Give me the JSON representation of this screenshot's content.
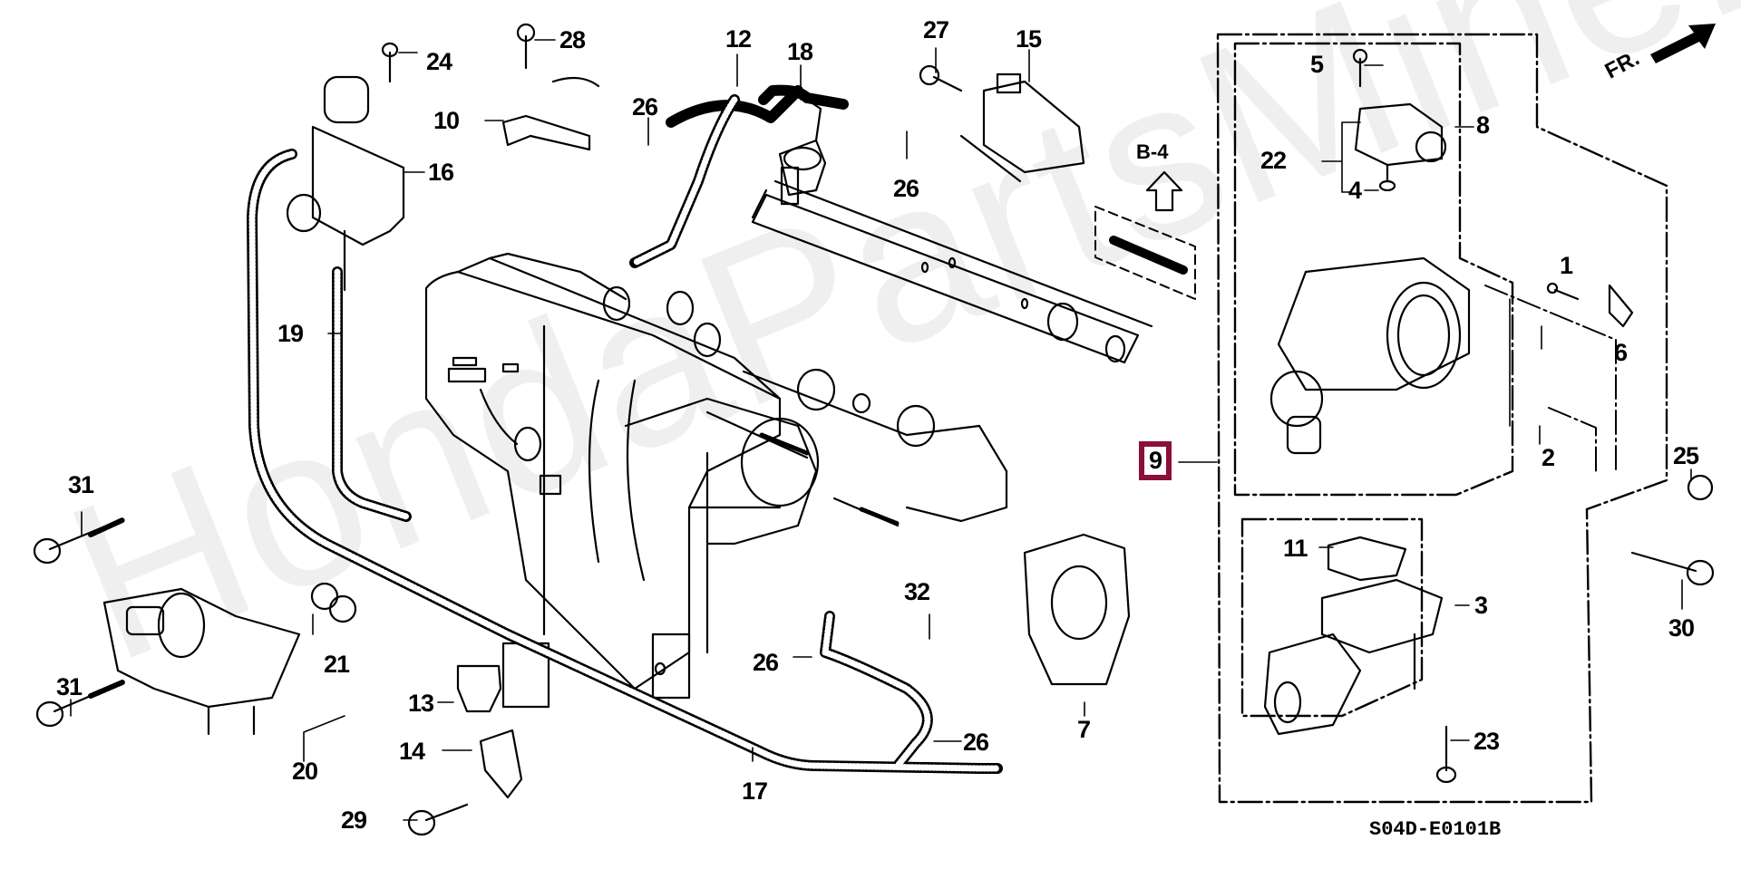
{
  "diagram": {
    "title": "Throttle body / intake manifold parts diagram",
    "watermark": "HondaPartsMine.ru",
    "diagram_code": "S04D-E0101B",
    "reference_label": "B-4",
    "front_label": "FR.",
    "highlight_color": "#8a0f3a",
    "selected_part": "9"
  },
  "callouts": [
    {
      "id": "c1",
      "num": "1"
    },
    {
      "id": "c2",
      "num": "2"
    },
    {
      "id": "c3",
      "num": "3"
    },
    {
      "id": "c4",
      "num": "4"
    },
    {
      "id": "c5",
      "num": "5"
    },
    {
      "id": "c6",
      "num": "6"
    },
    {
      "id": "c7",
      "num": "7"
    },
    {
      "id": "c8",
      "num": "8"
    },
    {
      "id": "c9",
      "num": "9"
    },
    {
      "id": "c10",
      "num": "10"
    },
    {
      "id": "c11",
      "num": "11"
    },
    {
      "id": "c12",
      "num": "12"
    },
    {
      "id": "c13",
      "num": "13"
    },
    {
      "id": "c14",
      "num": "14"
    },
    {
      "id": "c15",
      "num": "15"
    },
    {
      "id": "c16",
      "num": "16"
    },
    {
      "id": "c17",
      "num": "17"
    },
    {
      "id": "c18",
      "num": "18"
    },
    {
      "id": "c19",
      "num": "19"
    },
    {
      "id": "c20",
      "num": "20"
    },
    {
      "id": "c21",
      "num": "21"
    },
    {
      "id": "c22",
      "num": "22"
    },
    {
      "id": "c23",
      "num": "23"
    },
    {
      "id": "c24",
      "num": "24"
    },
    {
      "id": "c25",
      "num": "25"
    },
    {
      "id": "c26a",
      "num": "26"
    },
    {
      "id": "c26b",
      "num": "26"
    },
    {
      "id": "c26c",
      "num": "26"
    },
    {
      "id": "c26d",
      "num": "26"
    },
    {
      "id": "c27",
      "num": "27"
    },
    {
      "id": "c28",
      "num": "28"
    },
    {
      "id": "c29",
      "num": "29"
    },
    {
      "id": "c30",
      "num": "30"
    },
    {
      "id": "c31a",
      "num": "31"
    },
    {
      "id": "c31b",
      "num": "31"
    },
    {
      "id": "c32",
      "num": "32"
    }
  ]
}
